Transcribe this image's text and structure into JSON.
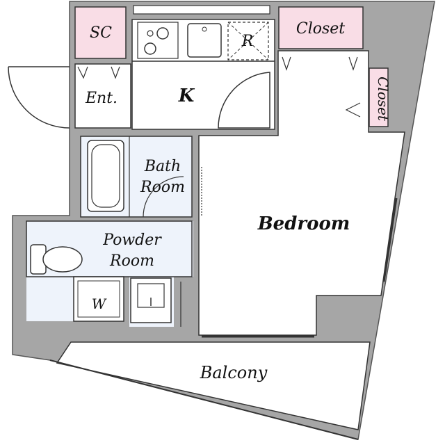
{
  "colors": {
    "wall": "#a6a6a6",
    "floor": "#ffffff",
    "storage": "#f9dde6",
    "wet": "#eef3fb",
    "line": "#2d2d2d"
  },
  "rooms": {
    "sc": "SC",
    "closet_top": "Closet",
    "closet_right": "Closet",
    "entrance": "Ent.",
    "kitchen": "K",
    "fridge": "R",
    "bath_line1": "Bath",
    "bath_line2": "Room",
    "powder_line1": "Powder",
    "powder_line2": "Room",
    "washer": "W",
    "bedroom": "Bedroom",
    "balcony": "Balcony"
  }
}
